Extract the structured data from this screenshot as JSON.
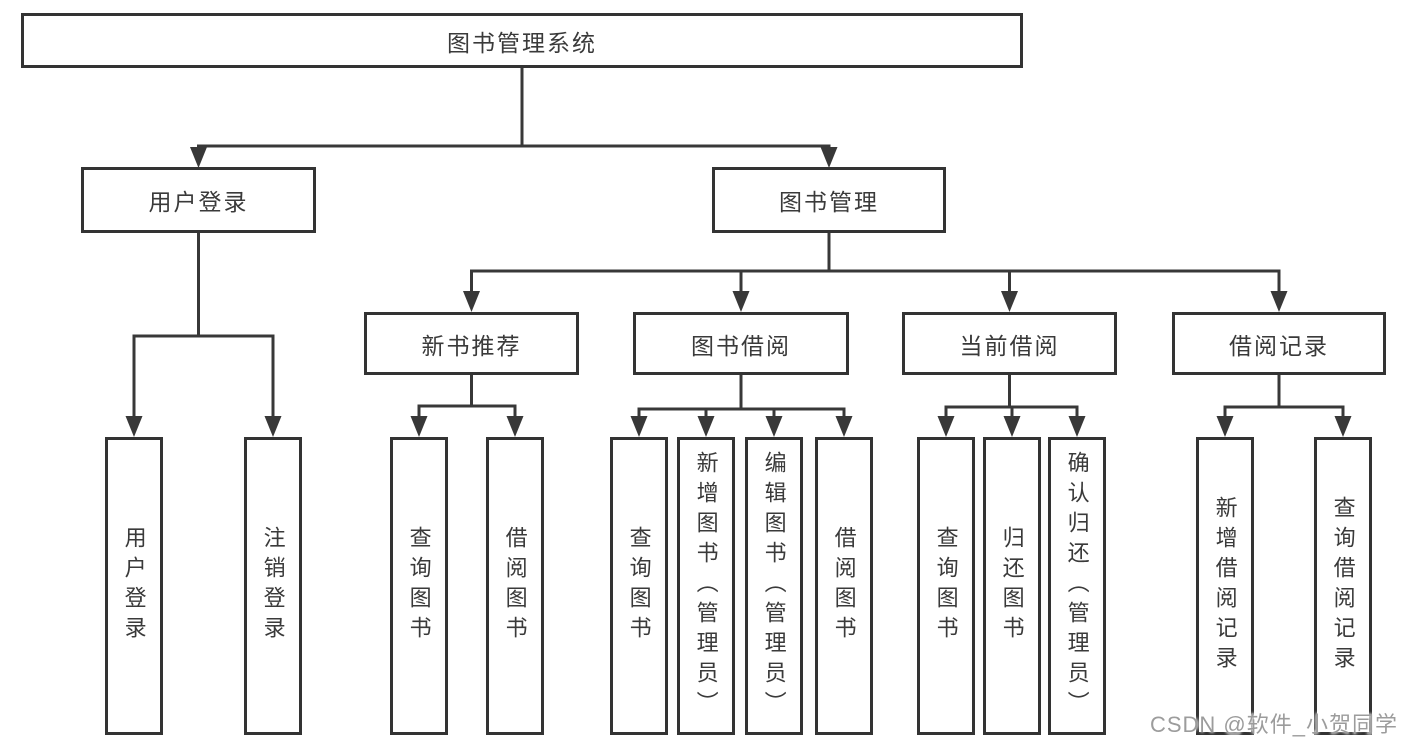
{
  "nodes": {
    "root": "图书管理系统",
    "user_login": "用户登录",
    "book_management": "图书管理",
    "new_book_recommend": "新书推荐",
    "book_borrowing": "图书借阅",
    "current_borrowing": "当前借阅",
    "borrowing_records": "借阅记录"
  },
  "leaves": {
    "user_login": [
      "用户登录",
      "注销登录"
    ],
    "new_book_recommend": [
      "查询图书",
      "借阅图书"
    ],
    "book_borrowing": [
      "查询图书",
      "新增图书（管理员）",
      "编辑图书（管理员）",
      "借阅图书"
    ],
    "current_borrowing": [
      "查询图书",
      "归还图书",
      "确认归还（管理员）"
    ],
    "borrowing_records": [
      "新增借阅记录",
      "查询借阅记录"
    ]
  },
  "watermark": "CSDN @软件_小贺同学",
  "colors": {
    "line": "#383838",
    "border": "#333333",
    "text": "#3a3a3a",
    "watermark": "#9c9c9c"
  }
}
